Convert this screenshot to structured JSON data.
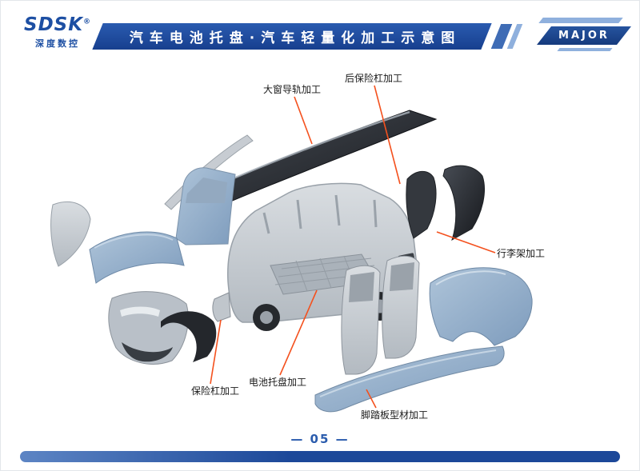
{
  "colors": {
    "brand_blue": "#1b4a9e",
    "accent_light_blue": "#8fb0dd",
    "leader_orange": "#f4511e",
    "page_number_blue": "#2b5cad"
  },
  "logo": {
    "brand": "SDSK",
    "registered_mark": "®",
    "subtext": "深度数控"
  },
  "header": {
    "title": "汽车电池托盘·汽车轻量化加工示意图"
  },
  "badge": {
    "label": "MAJOR"
  },
  "diagram": {
    "callouts": [
      {
        "id": "window-rail",
        "text": "大窗导轨加工"
      },
      {
        "id": "rear-bumper",
        "text": "后保险杠加工"
      },
      {
        "id": "roof-rack",
        "text": "行李架加工"
      },
      {
        "id": "front-bumper",
        "text": "保险杠加工"
      },
      {
        "id": "battery-tray",
        "text": "电池托盘加工"
      },
      {
        "id": "side-step",
        "text": "脚踏板型材加工"
      }
    ]
  },
  "footer": {
    "page_label": "— 05 —"
  }
}
